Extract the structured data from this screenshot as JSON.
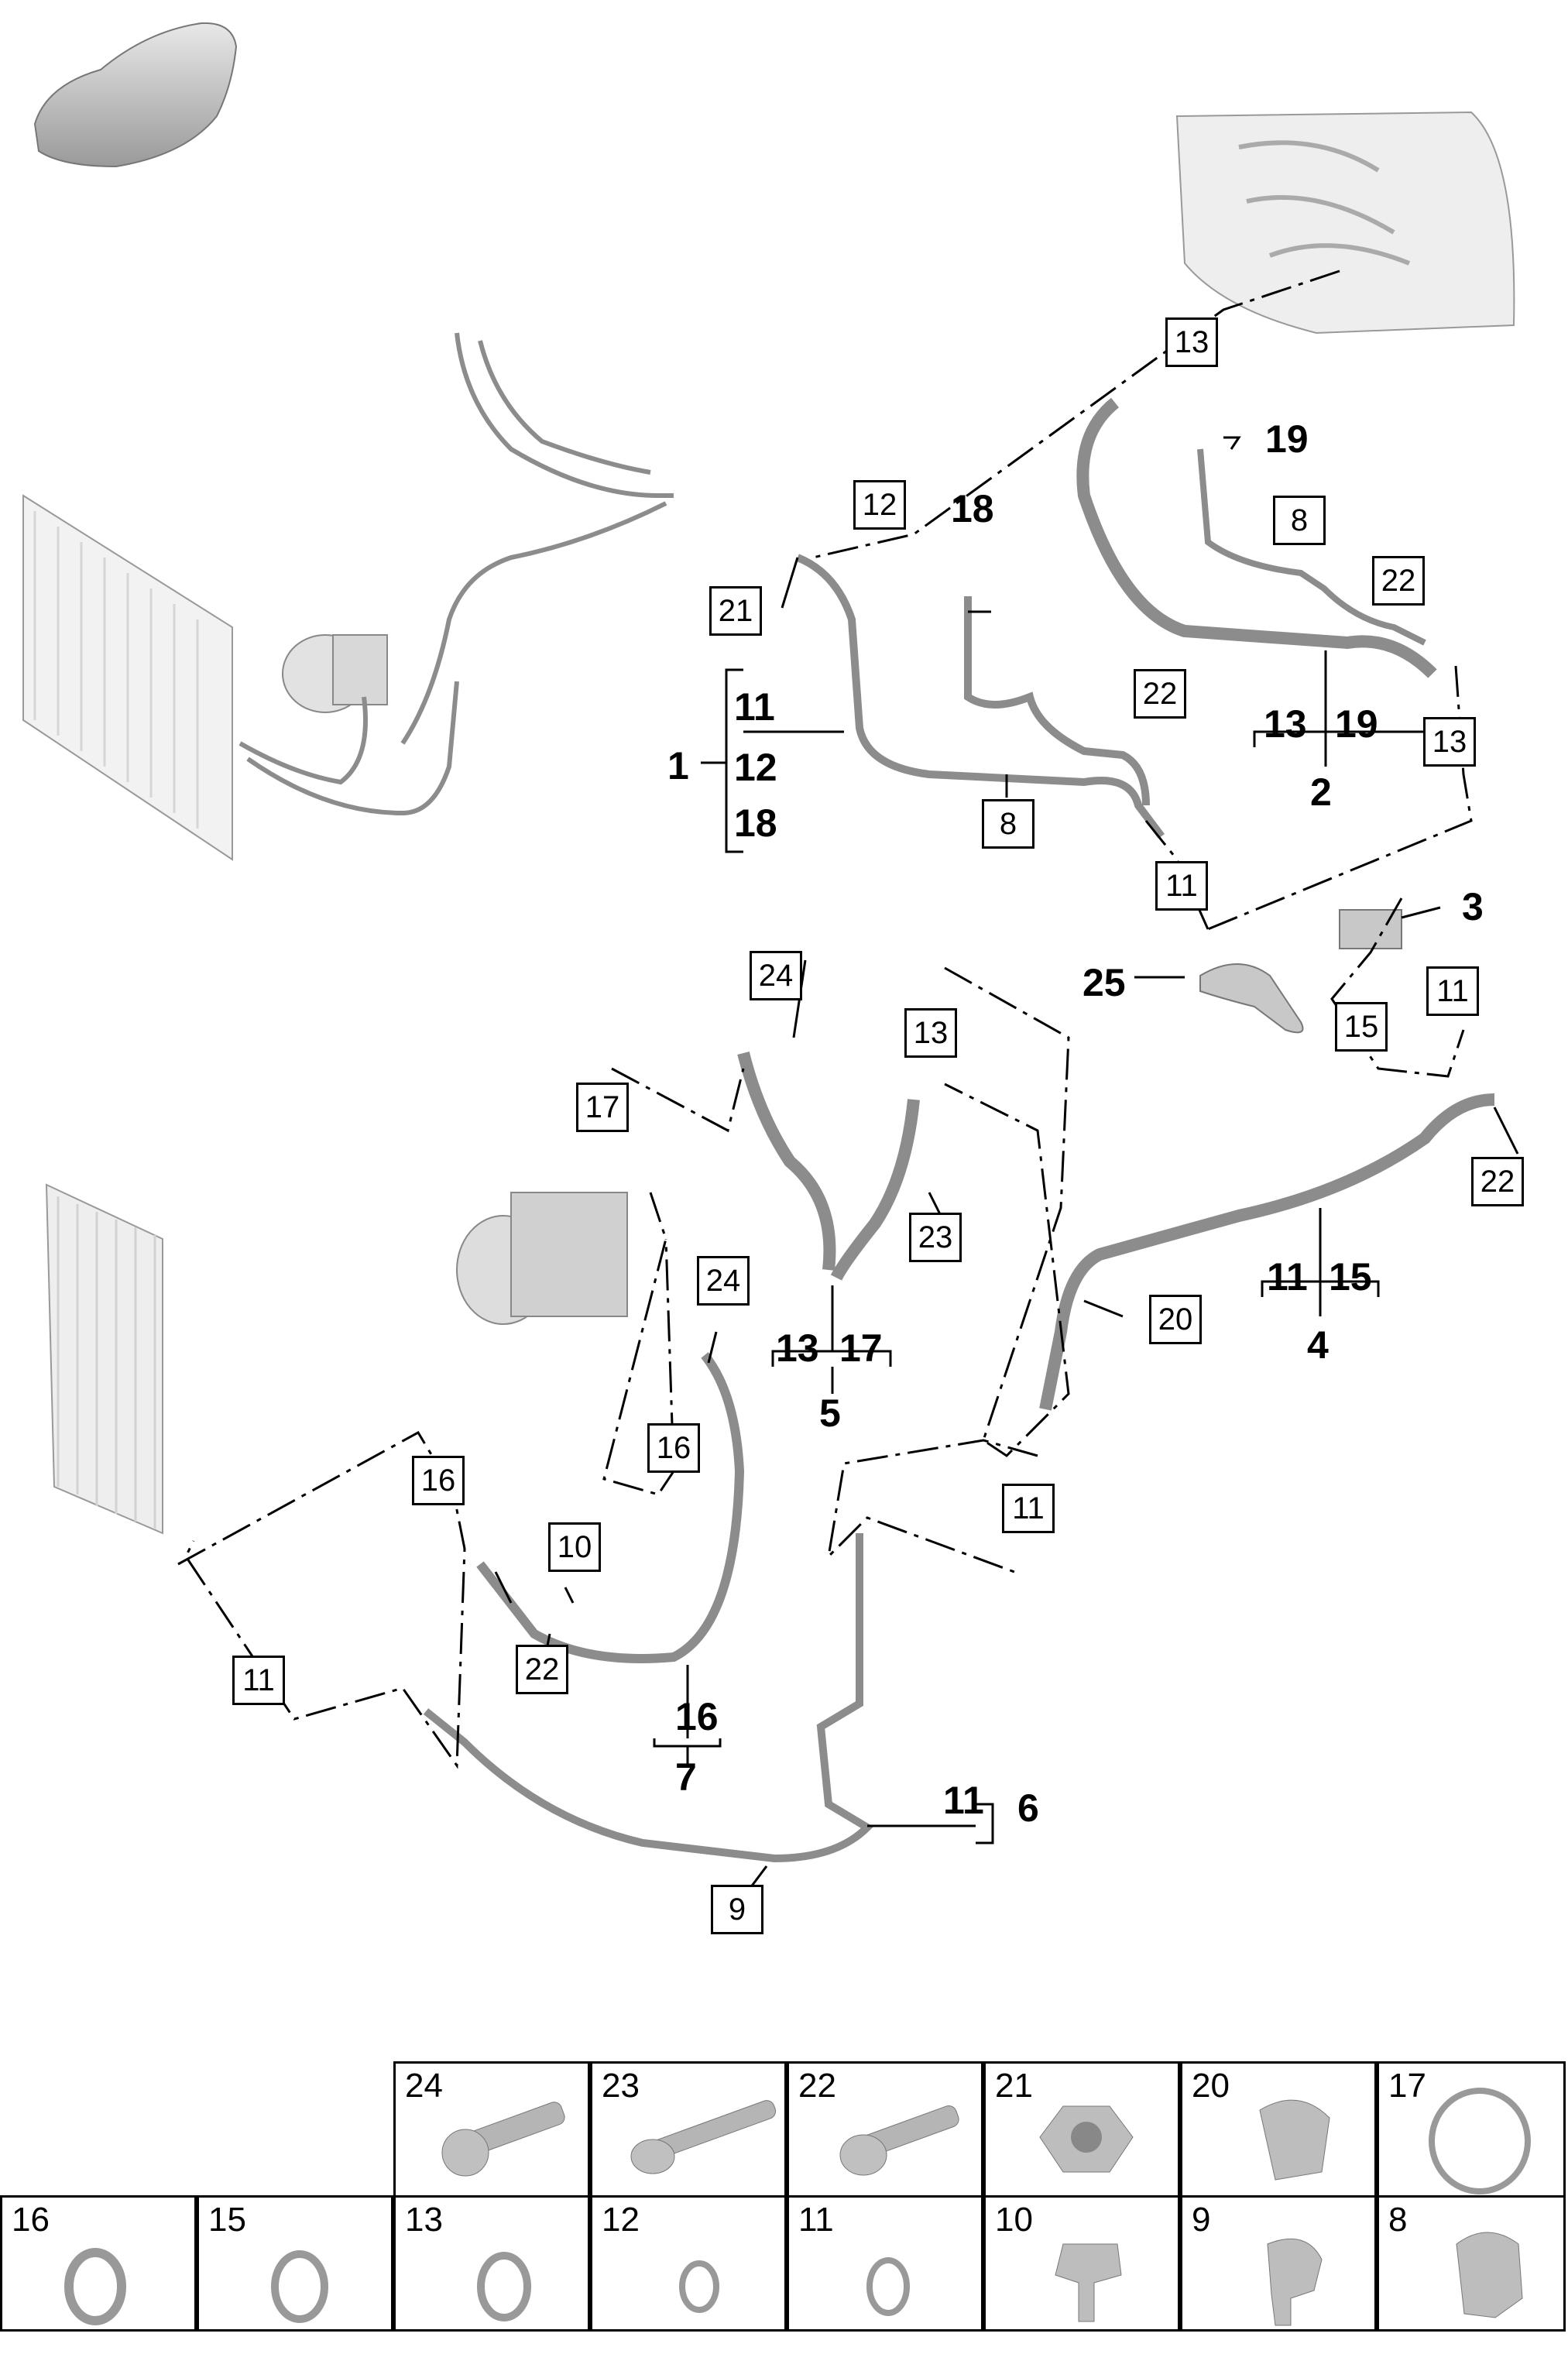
{
  "callouts": {
    "c13_top": "13",
    "c12": "12",
    "c21": "21",
    "c8_a": "8",
    "c8_b": "8",
    "c22_a": "22",
    "c22_b": "22",
    "c13_mid": "13",
    "c11_a": "11",
    "c24_a": "24",
    "c13_b": "13",
    "c17": "17",
    "c23": "23",
    "c11_b": "11",
    "c15": "15",
    "c22_c": "22",
    "c20": "20",
    "c24_b": "24",
    "c16_a": "16",
    "c16_b": "16",
    "c10": "10",
    "c22_d": "22",
    "c11_c": "11",
    "c11_d": "11",
    "c9": "9"
  },
  "bold_labels": {
    "n19_top": "19",
    "n18_top": "18",
    "g1_11": "11",
    "g1_12": "12",
    "g1_18": "18",
    "g1_main": "1",
    "g2_13": "13",
    "g2_19": "19",
    "g2_main": "2",
    "n3": "3",
    "n25": "25",
    "g4_11": "11",
    "g4_15": "15",
    "g4_main": "4",
    "g5_13": "13",
    "g5_17": "17",
    "g5_main": "5",
    "g7_16": "16",
    "g7_main": "7",
    "g6_11": "11",
    "g6_main": "6"
  },
  "parts_table": {
    "row1": [
      "24",
      "23",
      "22",
      "21",
      "20",
      "17"
    ],
    "row2": [
      "16",
      "15",
      "13",
      "12",
      "11",
      "10",
      "9",
      "8"
    ]
  },
  "colors": {
    "line": "#000000",
    "pipe": "#8c8c8c",
    "part": "#b5b5b5",
    "background": "#ffffff"
  }
}
